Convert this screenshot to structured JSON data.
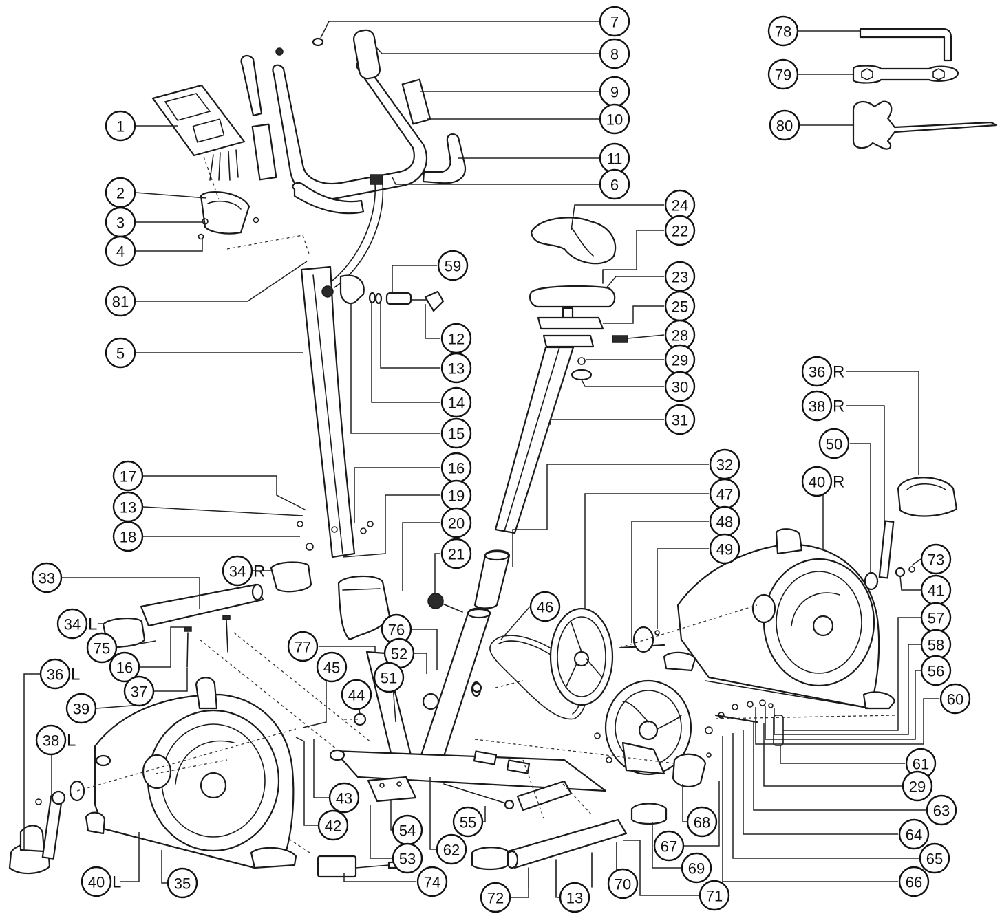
{
  "callouts": [
    {
      "id": "1"
    },
    {
      "id": "2"
    },
    {
      "id": "3"
    },
    {
      "id": "4"
    },
    {
      "id": "81"
    },
    {
      "id": "5"
    },
    {
      "id": "17"
    },
    {
      "id": "13"
    },
    {
      "id": "18"
    },
    {
      "id": "33"
    },
    {
      "id": "34",
      "side": "R"
    },
    {
      "id": "34",
      "side": "L"
    },
    {
      "id": "75"
    },
    {
      "id": "16"
    },
    {
      "id": "37"
    },
    {
      "id": "36",
      "side": "L"
    },
    {
      "id": "39"
    },
    {
      "id": "38",
      "side": "L"
    },
    {
      "id": "40",
      "side": "L"
    },
    {
      "id": "35"
    },
    {
      "id": "7"
    },
    {
      "id": "8"
    },
    {
      "id": "9"
    },
    {
      "id": "10"
    },
    {
      "id": "11"
    },
    {
      "id": "6"
    },
    {
      "id": "59"
    },
    {
      "id": "12"
    },
    {
      "id": "13"
    },
    {
      "id": "14"
    },
    {
      "id": "15"
    },
    {
      "id": "16"
    },
    {
      "id": "19"
    },
    {
      "id": "20"
    },
    {
      "id": "21"
    },
    {
      "id": "77"
    },
    {
      "id": "76"
    },
    {
      "id": "52"
    },
    {
      "id": "51"
    },
    {
      "id": "45"
    },
    {
      "id": "44"
    },
    {
      "id": "42"
    },
    {
      "id": "43"
    },
    {
      "id": "54"
    },
    {
      "id": "53"
    },
    {
      "id": "62"
    },
    {
      "id": "55"
    },
    {
      "id": "74"
    },
    {
      "id": "72"
    },
    {
      "id": "13"
    },
    {
      "id": "70"
    },
    {
      "id": "71"
    },
    {
      "id": "69"
    },
    {
      "id": "67"
    },
    {
      "id": "68"
    },
    {
      "id": "46"
    },
    {
      "id": "24"
    },
    {
      "id": "22"
    },
    {
      "id": "23"
    },
    {
      "id": "25"
    },
    {
      "id": "28"
    },
    {
      "id": "29"
    },
    {
      "id": "30"
    },
    {
      "id": "31"
    },
    {
      "id": "32"
    },
    {
      "id": "47"
    },
    {
      "id": "48"
    },
    {
      "id": "49"
    },
    {
      "id": "36",
      "side": "R"
    },
    {
      "id": "38",
      "side": "R"
    },
    {
      "id": "50"
    },
    {
      "id": "40",
      "side": "R"
    },
    {
      "id": "73"
    },
    {
      "id": "41"
    },
    {
      "id": "57"
    },
    {
      "id": "58"
    },
    {
      "id": "56"
    },
    {
      "id": "60"
    },
    {
      "id": "61"
    },
    {
      "id": "29"
    },
    {
      "id": "63"
    },
    {
      "id": "64"
    },
    {
      "id": "65"
    },
    {
      "id": "66"
    },
    {
      "id": "78"
    },
    {
      "id": "79"
    },
    {
      "id": "80"
    }
  ]
}
